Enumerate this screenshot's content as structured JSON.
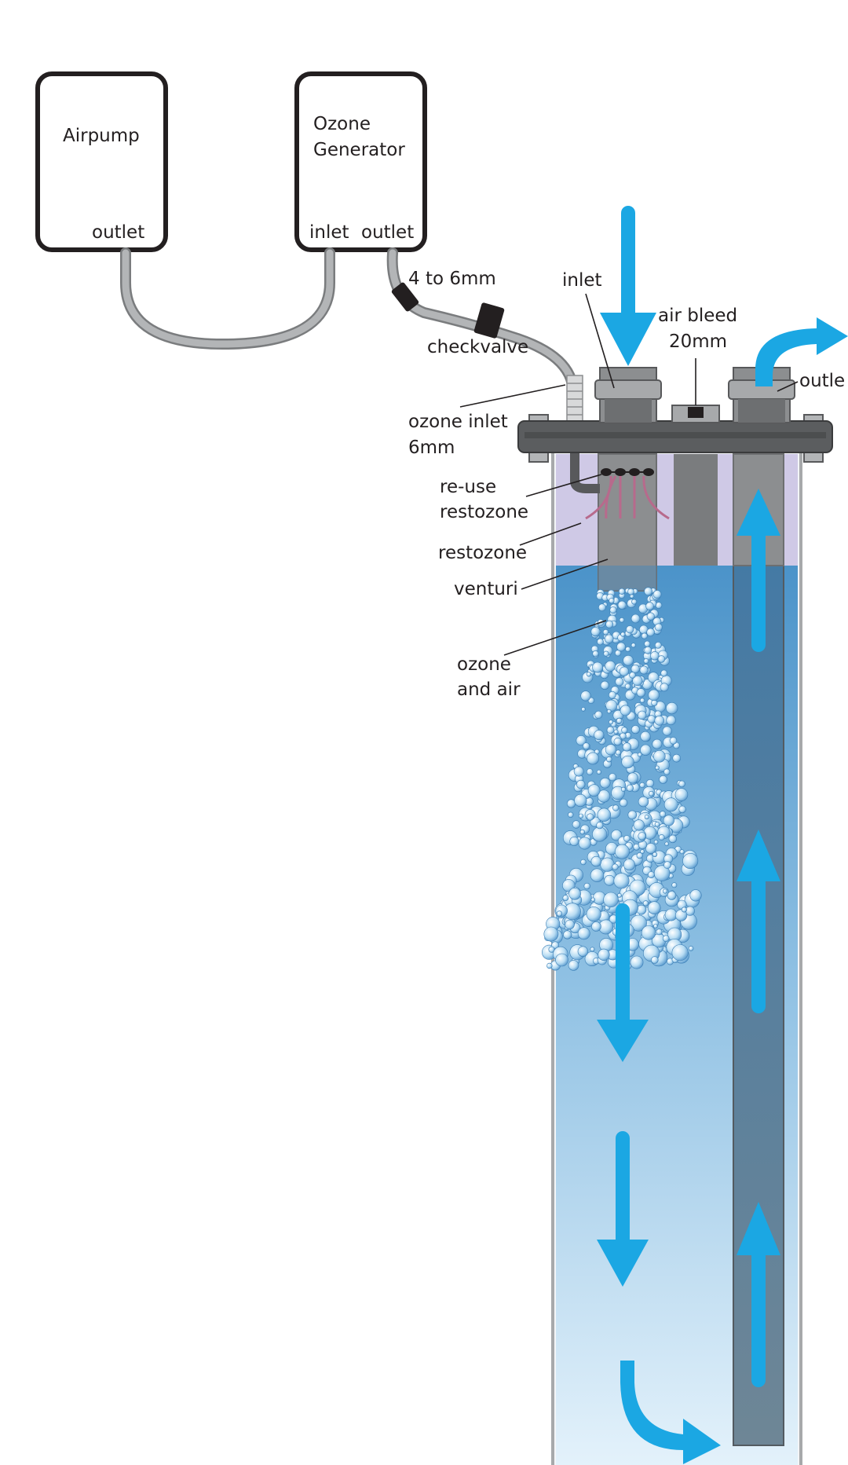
{
  "devices": {
    "airpump": {
      "title": "Airpump",
      "port_outlet": "outlet"
    },
    "ozone_generator": {
      "title_line1": "Ozone",
      "title_line2": "Generator",
      "port_inlet": "inlet",
      "port_outlet": "outlet"
    }
  },
  "labels": {
    "tube_size": "4 to 6mm",
    "checkvalve": "checkvalve",
    "water_inlet": "inlet",
    "air_bleed_line1": "air bleed",
    "air_bleed_line2": "20mm",
    "water_outlet": "outle",
    "ozone_inlet_line1": "ozone inlet",
    "ozone_inlet_line2": "6mm",
    "reuse_line1": "re-use",
    "reuse_line2": "restozone",
    "restozone": "restozone",
    "venturi": "venturi",
    "ozone_air_line1": "ozone",
    "ozone_air_line2": "and air"
  },
  "colors": {
    "flow_arrow": "#1ba7e3",
    "water_top": "#4b93c9",
    "water_bottom": "#e4f2fb",
    "plate": "#5b5d5f",
    "fitting": "#8c8e90",
    "tube": "#b3b5b7",
    "restozone_zone": "#cfc9e6"
  },
  "icons": [
    "flow-arrow",
    "bubble-cloud"
  ]
}
